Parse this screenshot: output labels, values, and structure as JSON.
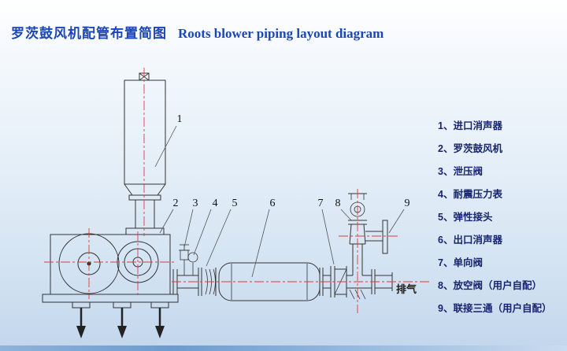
{
  "title": {
    "zh": "罗茨鼓风机配管布置简图",
    "en": "Roots blower piping layout diagram"
  },
  "legend": {
    "items": [
      "1、进口消声器",
      "2、罗茨鼓风机",
      "3、泄压阀",
      "4、耐震压力表",
      "5、弹性接头",
      "6、出口消声器",
      "7、单向阀",
      "8、放空阀（用户自配）",
      "9、联接三通（用户自配）"
    ]
  },
  "callouts": [
    "1",
    "2",
    "3",
    "4",
    "5",
    "6",
    "7",
    "8",
    "9"
  ],
  "labels": {
    "exhaust": "排气"
  },
  "colors": {
    "title_blue": "#1b46b4",
    "legend_navy": "#17246e",
    "centerline_red": "#e03a3a",
    "line_dark": "#333333",
    "bg_top": "#ffffff",
    "bg_bottom": "#c2d6ec"
  }
}
